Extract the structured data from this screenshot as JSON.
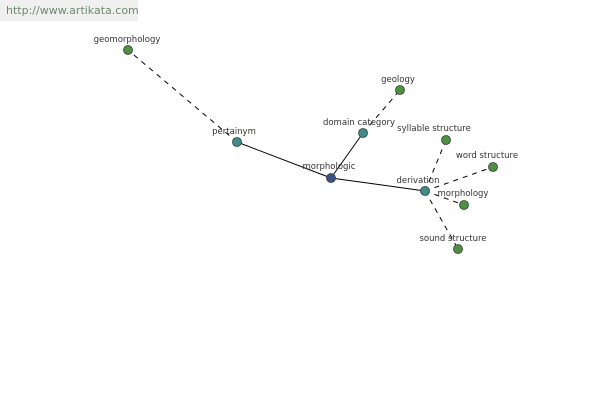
{
  "watermark": {
    "text": "http://www.artikata.com"
  },
  "graph": {
    "nodes": [
      {
        "id": "morphologic",
        "label": "morphologic",
        "kind": "center"
      },
      {
        "id": "pertainym",
        "label": "pertainym",
        "kind": "relation"
      },
      {
        "id": "geomorphology",
        "label": "geomorphology",
        "kind": "term"
      },
      {
        "id": "domain_category",
        "label": "domain category",
        "kind": "relation"
      },
      {
        "id": "geology",
        "label": "geology",
        "kind": "term"
      },
      {
        "id": "derivation",
        "label": "derivation",
        "kind": "relation"
      },
      {
        "id": "syllable_structure",
        "label": "syllable structure",
        "kind": "term"
      },
      {
        "id": "word_structure",
        "label": "word structure",
        "kind": "term"
      },
      {
        "id": "morphology",
        "label": "morphology",
        "kind": "term"
      },
      {
        "id": "sound_structure",
        "label": "sound structure",
        "kind": "term"
      }
    ],
    "edges": [
      {
        "from": "morphologic",
        "to": "pertainym",
        "style": "solid"
      },
      {
        "from": "morphologic",
        "to": "domain_category",
        "style": "solid"
      },
      {
        "from": "morphologic",
        "to": "derivation",
        "style": "solid"
      },
      {
        "from": "pertainym",
        "to": "geomorphology",
        "style": "dashed"
      },
      {
        "from": "domain_category",
        "to": "geology",
        "style": "dashed"
      },
      {
        "from": "derivation",
        "to": "syllable_structure",
        "style": "dashed"
      },
      {
        "from": "derivation",
        "to": "word_structure",
        "style": "dashed"
      },
      {
        "from": "derivation",
        "to": "morphology",
        "style": "dashed"
      },
      {
        "from": "derivation",
        "to": "sound_structure",
        "style": "dashed"
      }
    ],
    "colors": {
      "center": "#3a4f8a",
      "relation": "#3f8a8a",
      "term": "#4f8f43",
      "outline": "#2f3f2f"
    }
  }
}
